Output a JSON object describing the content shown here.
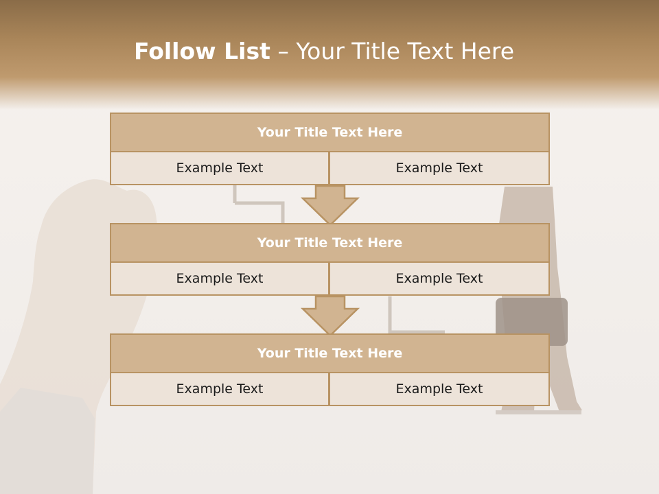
{
  "slide": {
    "title_bold": "Follow List",
    "title_rest": " – Your Title Text Here"
  },
  "blocks": [
    {
      "title": "Your Title Text Here",
      "left": "Example Text",
      "right": "Example Text"
    },
    {
      "title": "Your Title Text Here",
      "left": "Example Text",
      "right": "Example Text"
    },
    {
      "title": "Your Title Text Here",
      "left": "Example Text",
      "right": "Example Text"
    }
  ],
  "colors": {
    "title_band": "#a98559",
    "block_title_fill": "#d1b491",
    "cell_fill": "#ede3d9",
    "border": "#b89363",
    "arrow_fill": "#d1b491"
  },
  "icons": {
    "arrow": "down-arrow-icon"
  }
}
